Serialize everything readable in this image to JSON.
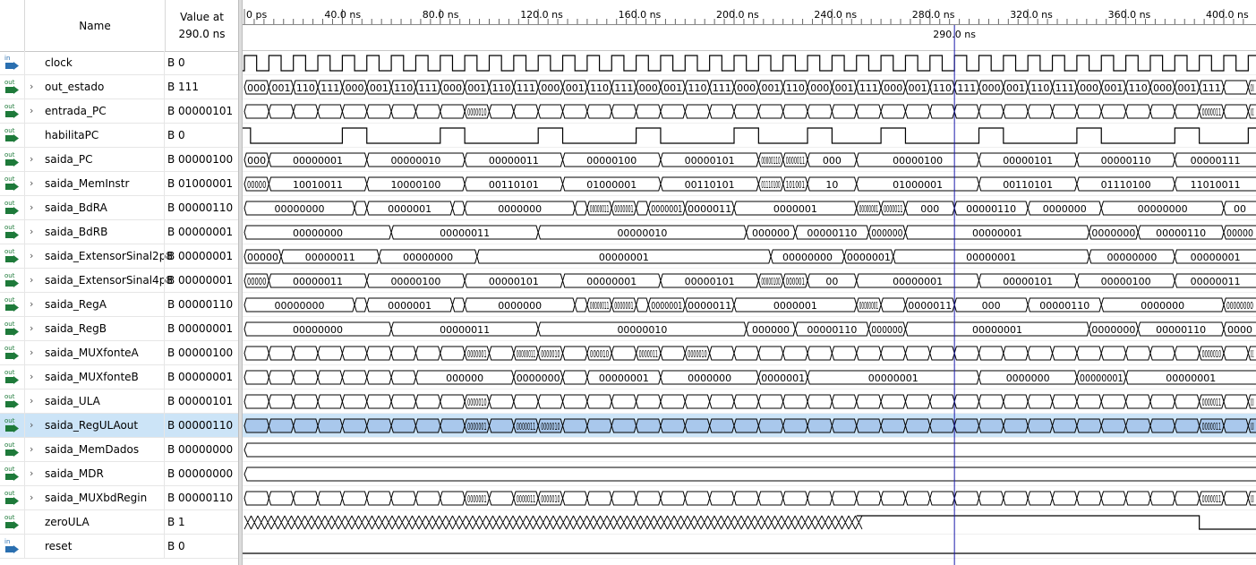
{
  "header": {
    "name_label": "Name",
    "value_label_1": "Value at",
    "value_label_2": "290.0 ns"
  },
  "timeline": {
    "ticks": [
      "0 ps",
      "40.0 ns",
      "80.0 ns",
      "120.0 ns",
      "160.0 ns",
      "200.0 ns",
      "240.0 ns",
      "280.0 ns",
      "320.0 ns",
      "360.0 ns",
      "400.0 ns"
    ],
    "cursor_label": "290.0 ns",
    "cursor_time_ns": 290
  },
  "colors": {
    "wave": "#000000",
    "cursor": "#1a1aaa",
    "selected_row": "#cce4f7",
    "selected_bus_fill": "#a9c8ec",
    "input_icon": "#2a6fb0",
    "output_icon": "#1e7a3a"
  },
  "signals": [
    {
      "name": "clock",
      "value": "B 0",
      "dir": "in",
      "kind": "clock",
      "expand": false,
      "labels": []
    },
    {
      "name": "out_estado",
      "value": "B 111",
      "dir": "out",
      "kind": "bus",
      "expand": true,
      "labels": [
        "000",
        "001",
        "110",
        "111",
        "000",
        "001",
        "110",
        "111",
        "000",
        "001",
        "110",
        "111",
        "000",
        "001",
        "110",
        "111",
        "000",
        "001",
        "110",
        "111",
        "000",
        "001",
        "110",
        "000",
        "001",
        "111",
        "000",
        "001",
        "110",
        "111",
        "000",
        "001",
        "110",
        "111",
        "000",
        "001",
        "110",
        "000",
        "001",
        "111",
        "000"
      ]
    },
    {
      "name": "entrada_PC",
      "value": "B 00000101",
      "dir": "out",
      "kind": "bus",
      "expand": true,
      "labels": [
        "0000010",
        "0000011",
        "0000101"
      ]
    },
    {
      "name": "habilitaPC",
      "value": "B 0",
      "dir": "out",
      "kind": "bit",
      "expand": false,
      "labels": []
    },
    {
      "name": "saida_PC",
      "value": "B 00000100",
      "dir": "out",
      "kind": "bus",
      "expand": true,
      "labels": [
        "000",
        "00000001",
        "00000010",
        "00000011",
        "00000100",
        "00000101",
        "00000110",
        "0000011",
        "000",
        "00000100",
        "00000101",
        "00000110",
        "00000111"
      ]
    },
    {
      "name": "saida_MemInstr",
      "value": "B 01000001",
      "dir": "out",
      "kind": "bus",
      "expand": true,
      "labels": [
        "00000",
        "10010011",
        "10000100",
        "00110101",
        "01000001",
        "00110101",
        "01110100",
        "101001",
        "10",
        "01000001",
        "00110101",
        "01110100",
        "11010011"
      ]
    },
    {
      "name": "saida_BdRA",
      "value": "B 00000110",
      "dir": "out",
      "kind": "bus",
      "expand": true,
      "labels": [
        "00000000",
        "0000001",
        "0000000",
        "00000011",
        "0000001",
        "0000001",
        "0000011",
        "0000001",
        "00000001",
        "0000011",
        "000",
        "00000110",
        "0000000",
        "00000000",
        "00"
      ]
    },
    {
      "name": "saida_BdRB",
      "value": "B 00000001",
      "dir": "out",
      "kind": "bus",
      "expand": true,
      "labels": [
        "00000000",
        "00000011",
        "00000010",
        "000000",
        "00000110",
        "000000",
        "00000001",
        "0000000",
        "00000110",
        "00000"
      ]
    },
    {
      "name": "saida_ExtensorSinal2p8",
      "value": "B 00000001",
      "dir": "out",
      "kind": "bus",
      "expand": true,
      "labels": [
        "00000",
        "00000011",
        "00000000",
        "00000001",
        "00000000",
        "0000001",
        "00000001",
        "00000000",
        "00000001"
      ]
    },
    {
      "name": "saida_ExtensorSinal4p8",
      "value": "B 00000001",
      "dir": "out",
      "kind": "bus",
      "expand": true,
      "labels": [
        "00000",
        "00000011",
        "00000100",
        "00000101",
        "00000001",
        "00000101",
        "00000100",
        "000001",
        "00",
        "00000001",
        "00000101",
        "00000100",
        "00000011"
      ]
    },
    {
      "name": "saida_RegA",
      "value": "B 00000110",
      "dir": "out",
      "kind": "bus",
      "expand": true,
      "labels": [
        "00000000",
        "0000001",
        "0000000",
        "00000011",
        "0000001",
        "0000001",
        "0000011",
        "0000001",
        "00000001",
        "0000011",
        "000",
        "00000110",
        "0000000",
        "00000000"
      ]
    },
    {
      "name": "saida_RegB",
      "value": "B 00000001",
      "dir": "out",
      "kind": "bus",
      "expand": true,
      "labels": [
        "00000000",
        "00000011",
        "00000010",
        "000000",
        "00000110",
        "000000",
        "00000001",
        "0000000",
        "00000110",
        "0000"
      ]
    },
    {
      "name": "saida_MUXfonteA",
      "value": "B 00000100",
      "dir": "out",
      "kind": "bus",
      "expand": true,
      "labels": [
        "0000001",
        "00000011",
        "0000010",
        "000010",
        "0000011",
        "0000010",
        "0000010",
        "00000111"
      ]
    },
    {
      "name": "saida_MUXfonteB",
      "value": "B 00000001",
      "dir": "out",
      "kind": "bus",
      "expand": true,
      "labels": [
        "000000",
        "0000000",
        "00000001",
        "0000000",
        "0000001",
        "00000001",
        "0000000",
        "00000001",
        "00000001"
      ]
    },
    {
      "name": "saida_ULA",
      "value": "B 00000101",
      "dir": "out",
      "kind": "bus",
      "expand": true,
      "labels": [
        "0000010",
        "0000011",
        "00001000"
      ]
    },
    {
      "name": "saida_RegULAout",
      "value": "B 00000110",
      "dir": "out",
      "kind": "bus",
      "expand": true,
      "selected": true,
      "labels": [
        "0000001",
        "0000011",
        "0000010",
        "0000011",
        "0001000"
      ]
    },
    {
      "name": "saida_MemDados",
      "value": "B 00000000",
      "dir": "out",
      "kind": "flat",
      "expand": true,
      "labels": []
    },
    {
      "name": "saida_MDR",
      "value": "B 00000000",
      "dir": "out",
      "kind": "flat",
      "expand": true,
      "labels": []
    },
    {
      "name": "saida_MUXbdRegin",
      "value": "B 00000110",
      "dir": "out",
      "kind": "bus",
      "expand": true,
      "labels": [
        "0000001",
        "0000011",
        "0000010",
        "0000011",
        "0001000"
      ]
    },
    {
      "name": "zeroULA",
      "value": "B 1",
      "dir": "out",
      "kind": "unknown",
      "expand": false,
      "labels": []
    },
    {
      "name": "reset",
      "value": "B 0",
      "dir": "in",
      "kind": "low",
      "expand": false,
      "labels": []
    }
  ]
}
